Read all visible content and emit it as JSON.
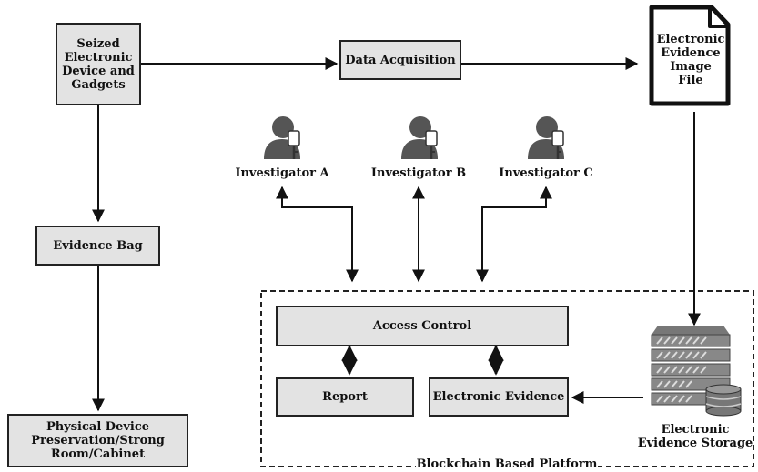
{
  "boxes": {
    "seized": [
      "Seized",
      "Electronic",
      "Device and",
      "Gadgets"
    ],
    "acquisition": "Data Acquisition",
    "bag": "Evidence Bag",
    "physical": [
      "Physical Device",
      "Preservation/Strong",
      "Room/Cabinet"
    ],
    "access": "Access Control",
    "report": "Report",
    "evidence": "Electronic Evidence"
  },
  "file": [
    "Electronic",
    "Evidence",
    "Image",
    "File"
  ],
  "investigators": [
    "Investigator A",
    "Investigator B",
    "Investigator C"
  ],
  "storage": [
    "Electronic",
    "Evidence Storage"
  ],
  "platform": "Blockchain Based Platform",
  "icons": {
    "investigator": "user-key-icon",
    "file": "document-icon",
    "storage": "server-database-icon"
  }
}
